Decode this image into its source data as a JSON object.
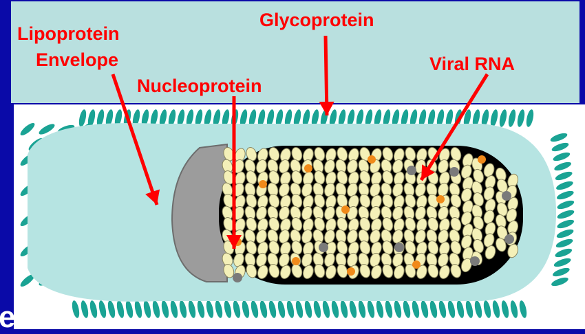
{
  "labels": {
    "lipoprotein": "Lipoprotein",
    "envelope": "Envelope",
    "glycoprotein": "Glycoprotein",
    "viral_rna": "Viral RNA",
    "nucleoprotein": "Nucleoprotein"
  },
  "edge_text": "e",
  "colors": {
    "background": "#0a0aa8",
    "label_panel": "#b9e0df",
    "label_text": "#ff0000",
    "arrow": "#ff0000",
    "spikes": "#1aa394",
    "envelope": "#b6e4e2",
    "capsid_end": "#9c9c9c",
    "nucleoprotein": "#f4f0b8",
    "rna_gap": "#000000",
    "dot_orange": "#f08a1a",
    "dot_grey": "#7a7a7a"
  }
}
